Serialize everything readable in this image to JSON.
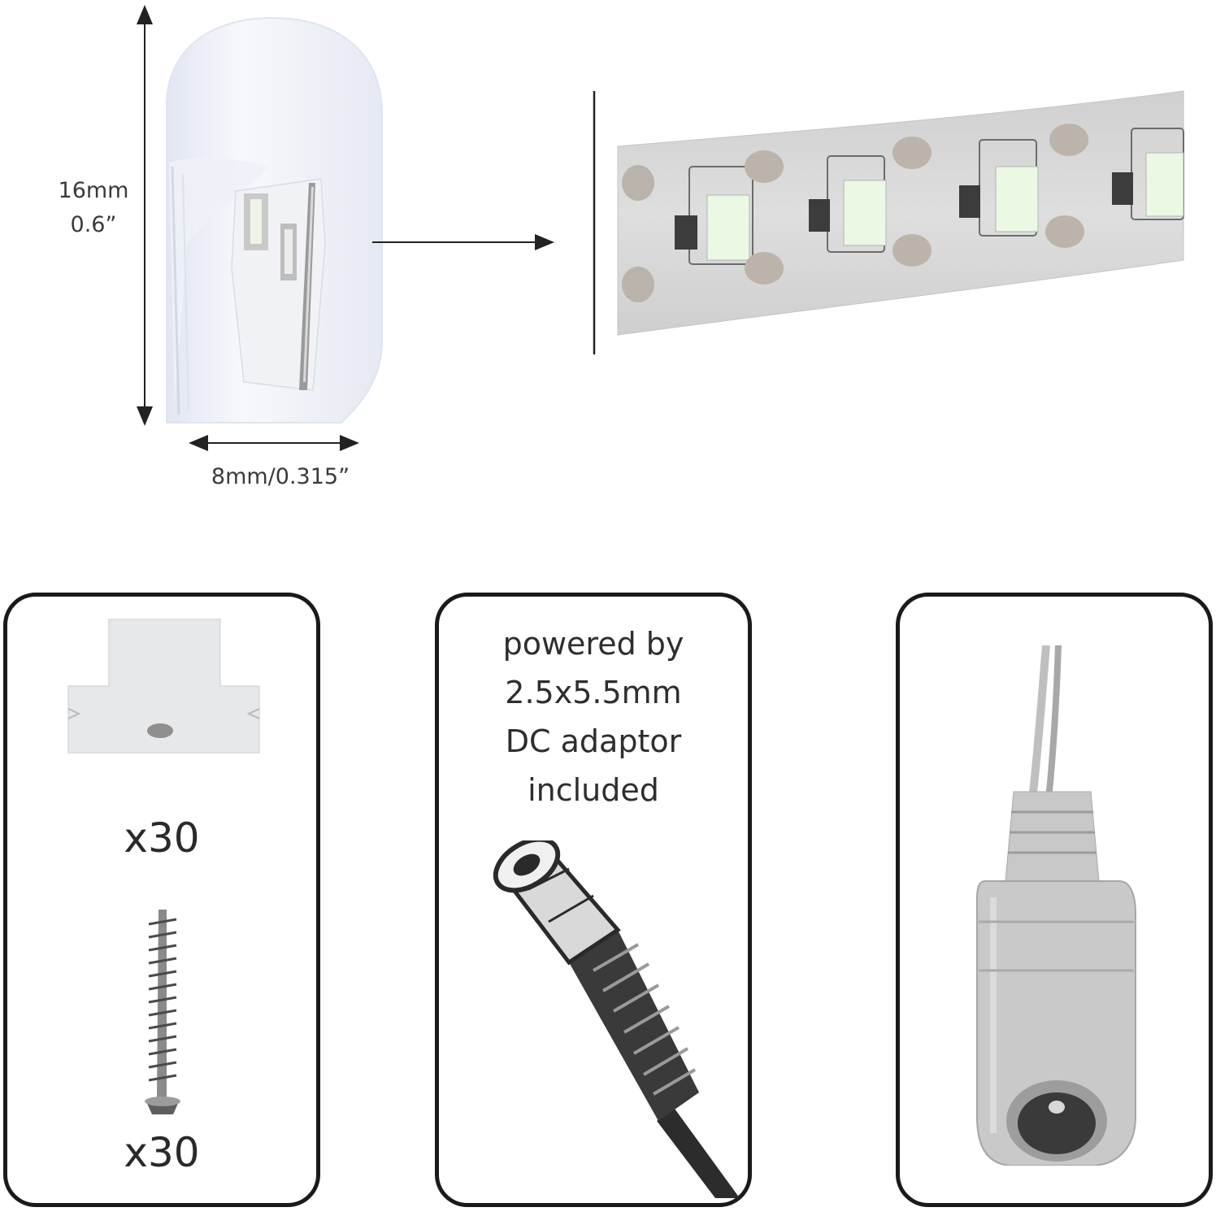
{
  "dimensions": {
    "height_mm": "16mm",
    "height_in": "0.6”",
    "width": "8mm/0.315”"
  },
  "accessories": {
    "clip_qty": "x30",
    "screw_qty": "x30"
  },
  "power": {
    "lines": [
      "powered by",
      "2.5x5.5mm",
      "DC adaptor",
      "included"
    ]
  },
  "colors": {
    "panel_border": "#1a1a1a",
    "strip_board": "#dcdcdc",
    "led_glow": "#e9f7e1",
    "tube": "#f2f5fb"
  },
  "icons": {
    "tube": "neon-tube-cross-section-icon",
    "strip": "led-strip-icon",
    "clip": "mounting-clip-icon",
    "screw": "screw-icon",
    "male_plug": "dc-male-plug-icon",
    "female_plug": "dc-female-connector-icon"
  }
}
